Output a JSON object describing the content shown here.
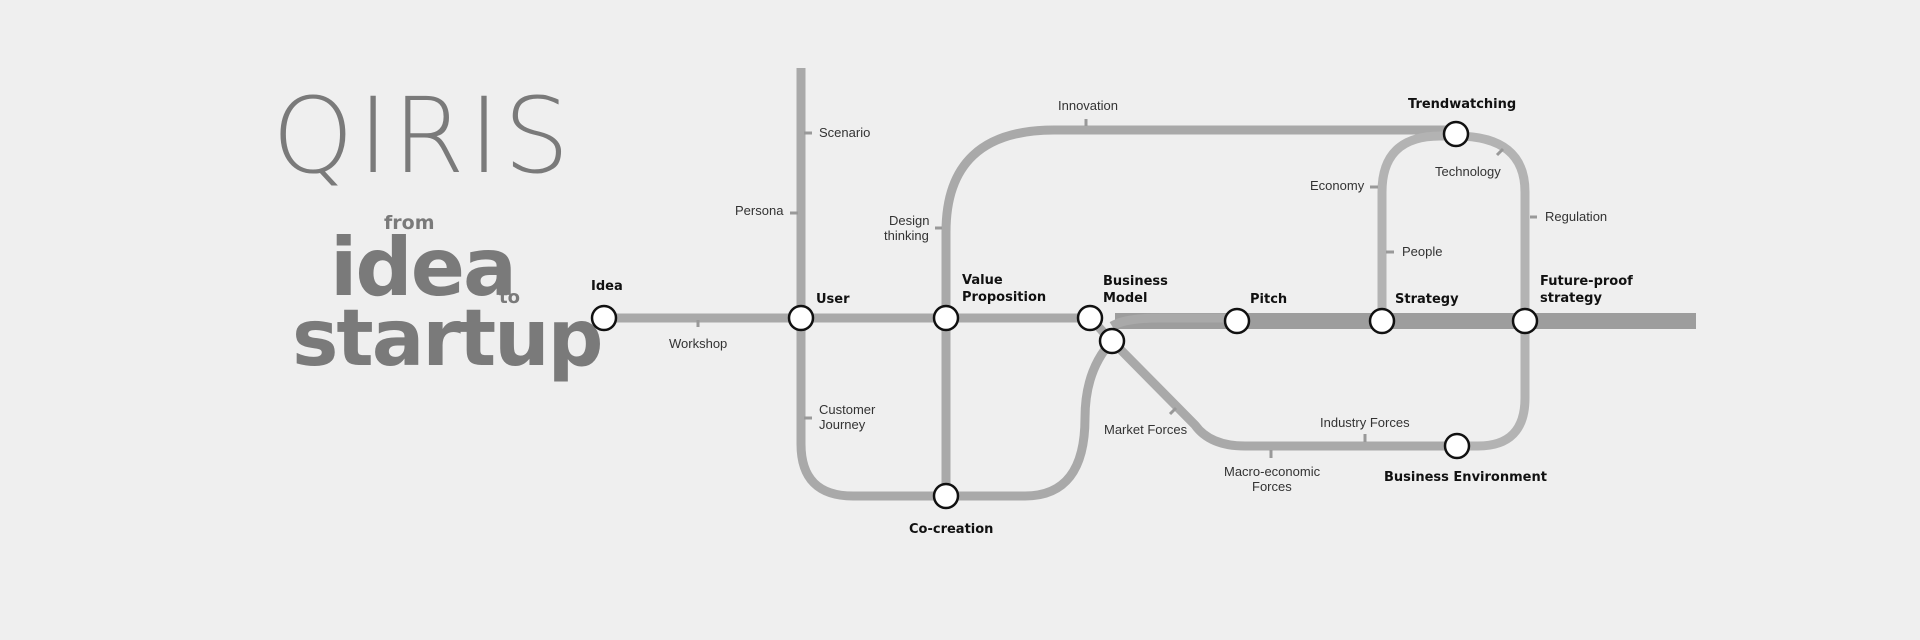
{
  "brand": {
    "logo": "QIRIS",
    "from": "from",
    "idea": "idea",
    "to": "to",
    "startup": "startup"
  },
  "colors": {
    "background": "#efefef",
    "track": "#a9a9a9",
    "main_track": "#9d9d9d",
    "text_gray": "#7a7a7a",
    "station_fill": "#ffffff",
    "station_stroke": "#111111"
  },
  "stations": {
    "idea": "Idea",
    "user": "User",
    "value_proposition": [
      "Value",
      "Proposition"
    ],
    "business_model": [
      "Business",
      "Model"
    ],
    "pitch": "Pitch",
    "strategy": "Strategy",
    "future_proof": [
      "Future-proof",
      "strategy"
    ],
    "trendwatching": "Trendwatching",
    "business_environment": "Business Environment",
    "co_creation": "Co-creation"
  },
  "topics": {
    "workshop": "Workshop",
    "scenario": "Scenario",
    "persona": "Persona",
    "customer_journey": [
      "Customer",
      "Journey"
    ],
    "design_thinking": [
      "Design",
      "thinking"
    ],
    "innovation": "Innovation",
    "economy": "Economy",
    "technology": "Technology",
    "regulation": "Regulation",
    "people": "People",
    "market_forces": "Market Forces",
    "industry_forces": "Industry Forces",
    "macro_economic": [
      "Macro-economic",
      "Forces"
    ]
  }
}
